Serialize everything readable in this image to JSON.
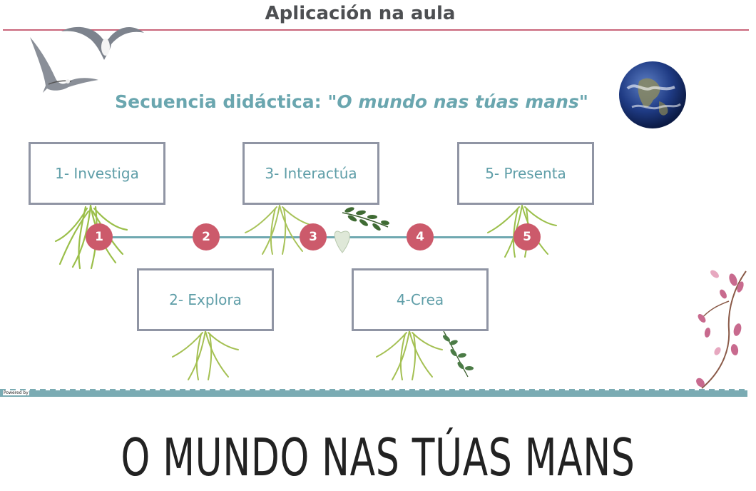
{
  "slide": {
    "header_title": "Aplicación na aula",
    "subtitle_prefix": "Secuencia didáctica: ",
    "subtitle_italic": "\"O mundo nas túas mans\"",
    "steps": [
      {
        "label": "1- Investiga"
      },
      {
        "label": "2- Explora"
      },
      {
        "label": "3- Interactúa"
      },
      {
        "label": "4-Crea"
      },
      {
        "label": "5- Presenta"
      }
    ],
    "timeline_nodes": [
      "1",
      "2",
      "3",
      "4",
      "5"
    ],
    "powered_by": "Powered by",
    "colors": {
      "header_line": "#c9657a",
      "subtitle": "#6aa6af",
      "node": "#cc5a6b",
      "timeline": "#6fa8b0",
      "box_border": "#9095a4"
    },
    "icons": [
      "seagull-icon",
      "earth-icon",
      "grass-icon",
      "leaf-icon",
      "magnolia-branch-icon"
    ]
  },
  "page_title": "O MUNDO NAS TÚAS MANS"
}
